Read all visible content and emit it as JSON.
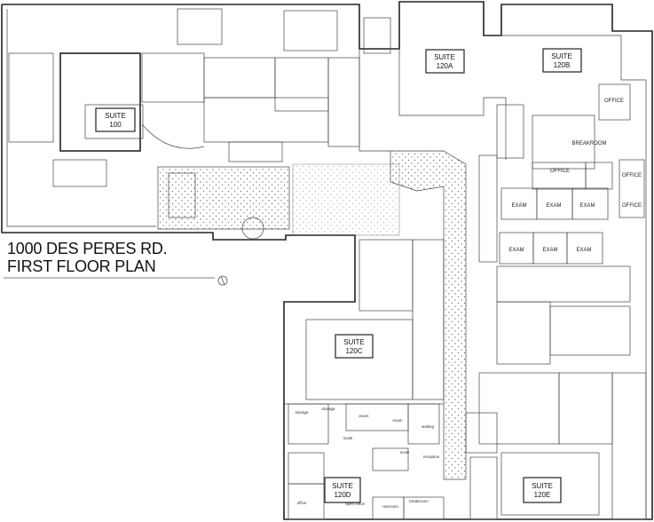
{
  "title": {
    "line1": "1000 DES PERES RD.",
    "line2": "FIRST FLOOR PLAN"
  },
  "suites": {
    "s100": {
      "line1": "SUITE",
      "line2": "100"
    },
    "s120a": {
      "line1": "SUITE",
      "line2": "120A"
    },
    "s120b": {
      "line1": "SUITE",
      "line2": "120B"
    },
    "s120c": {
      "line1": "SUITE",
      "line2": "120C"
    },
    "s120d": {
      "line1": "SUITE",
      "line2": "120D"
    },
    "s120e": {
      "line1": "SUITE",
      "line2": "120E"
    }
  },
  "rooms": {
    "office1": "OFFICE",
    "office2": "OFFICE",
    "office3": "OFFICE",
    "office4": "OFFICE",
    "breakroom": "BREAKROOM",
    "exam1": "EXAM",
    "exam2": "EXAM",
    "exam3": "EXAM",
    "exam4": "EXAM",
    "exam5": "EXAM",
    "exam6": "EXAM"
  },
  "suite120d_rooms": {
    "storage1": "storage",
    "storage2": "storage",
    "exam1": "exam",
    "exam2": "exam",
    "waiting": "waiting",
    "scale1": "scale",
    "scale2": "scale",
    "reception": "reception",
    "open_office": "open office",
    "office": "office",
    "restroom": "restroom",
    "breakroom": "breakroom"
  },
  "colors": {
    "line": "#222222",
    "hatch": "#888888",
    "background": "#ffffff"
  }
}
